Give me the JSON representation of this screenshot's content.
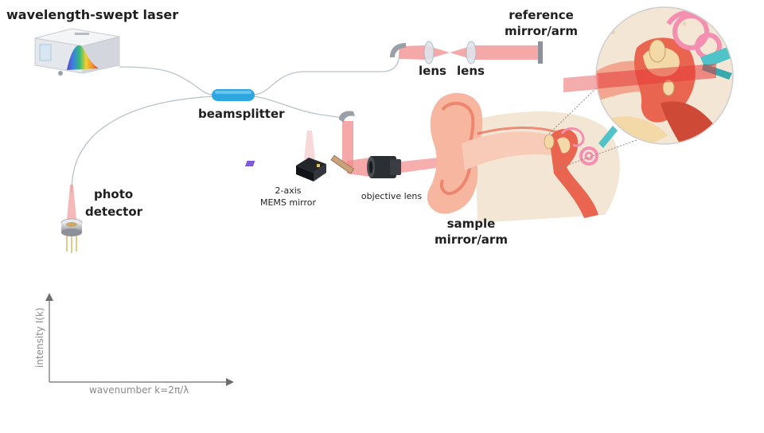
{
  "labels": {
    "laser": "wavelength-swept laser",
    "reference_line1": "reference",
    "reference_line2": "mirror/arm",
    "lens_left": "lens",
    "lens_right": "lens",
    "beamsplitter": "beamsplitter",
    "photo_line1": "photo",
    "photo_line2": "detector",
    "mems_line1": "2-axis",
    "mems_line2": "MEMS mirror",
    "objective": "objective lens",
    "sample_line1": "sample",
    "sample_line2": "mirror/arm",
    "y_axis": "intensity I(k)",
    "x_axis": "wavenumber k=2π/λ"
  },
  "colors": {
    "beam": "#f08a8a",
    "beamsplitter": "#2ea7e0",
    "fiber": "#b8c4cc",
    "ear_skin": "#f6b6a0",
    "ear_tissue": "#e9654f",
    "bone": "#f3d9a8",
    "cochlea": "#f48fb1",
    "nerve": "#4fc3c7"
  }
}
